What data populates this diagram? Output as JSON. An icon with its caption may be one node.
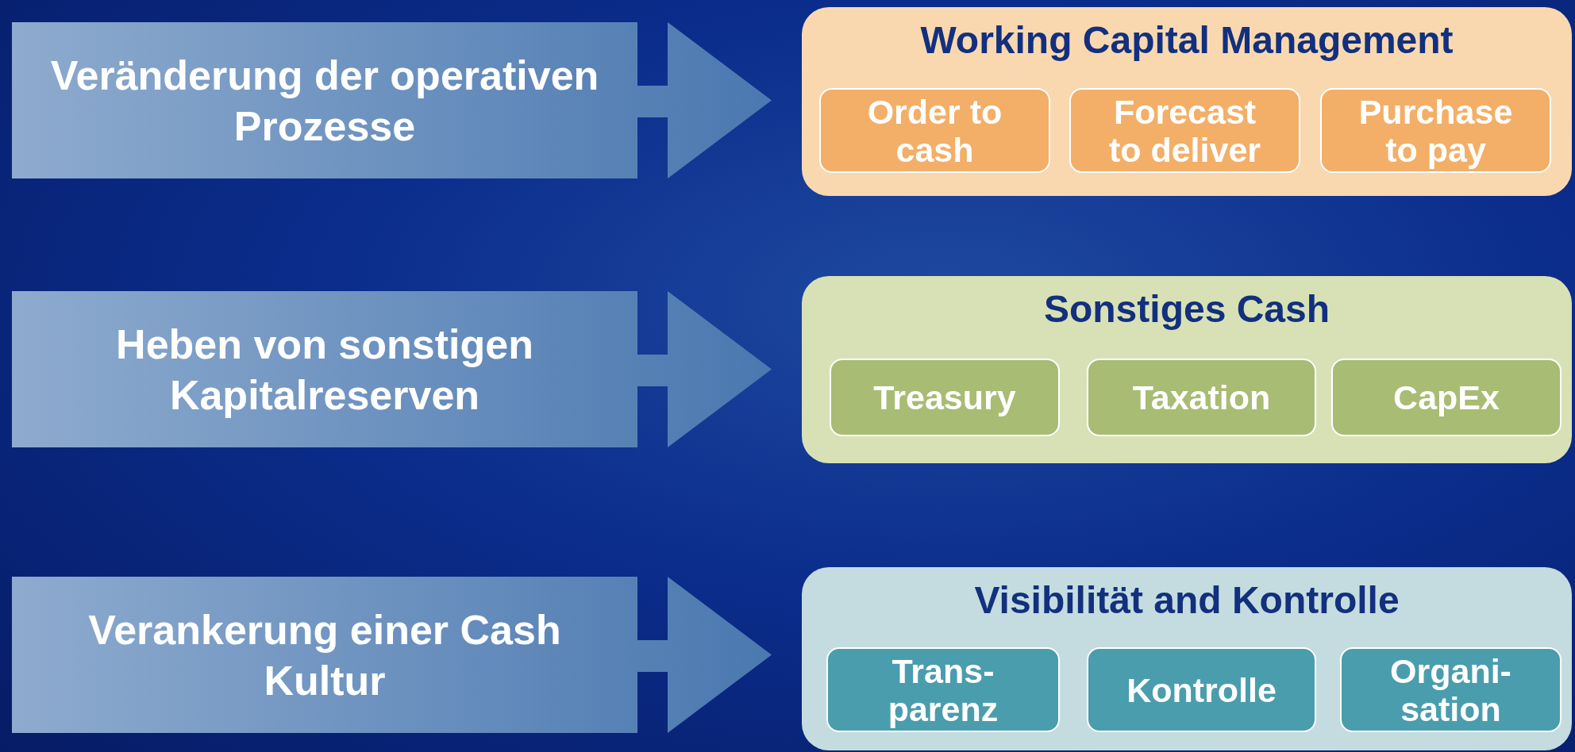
{
  "diagram": {
    "nodes": [
      {
        "text": [
          "Veränderung der operativen Prozesse"
        ]
      },
      {
        "text": [
          "Working Capital Management"
        ]
      },
      {
        "text": [
          "Order to cash"
        ],
        "in": 1
      },
      {
        "text": [
          "Forecast to deliver"
        ],
        "in": 1
      },
      {
        "text": [
          "Purchase to pay"
        ],
        "in": 1
      },
      {
        "text": [
          "Heben von sonstigen Kapitalreserven"
        ]
      },
      {
        "text": [
          "Sonstiges Cash"
        ]
      },
      {
        "text": [
          "Treasury"
        ],
        "in": 6
      },
      {
        "text": [
          "Taxation"
        ],
        "in": 6
      },
      {
        "text": [
          "CapEx"
        ],
        "in": 6
      },
      {
        "text": [
          "Verankerung einer Cash Kultur"
        ]
      },
      {
        "text": [
          "Visibilität and Kontrolle"
        ]
      },
      {
        "text": [
          "Trans- parenz"
        ],
        "in": 11
      },
      {
        "text": [
          "Kontrolle"
        ],
        "in": 11
      },
      {
        "text": [
          "Organi- sation"
        ],
        "in": 11
      }
    ]
  }
}
